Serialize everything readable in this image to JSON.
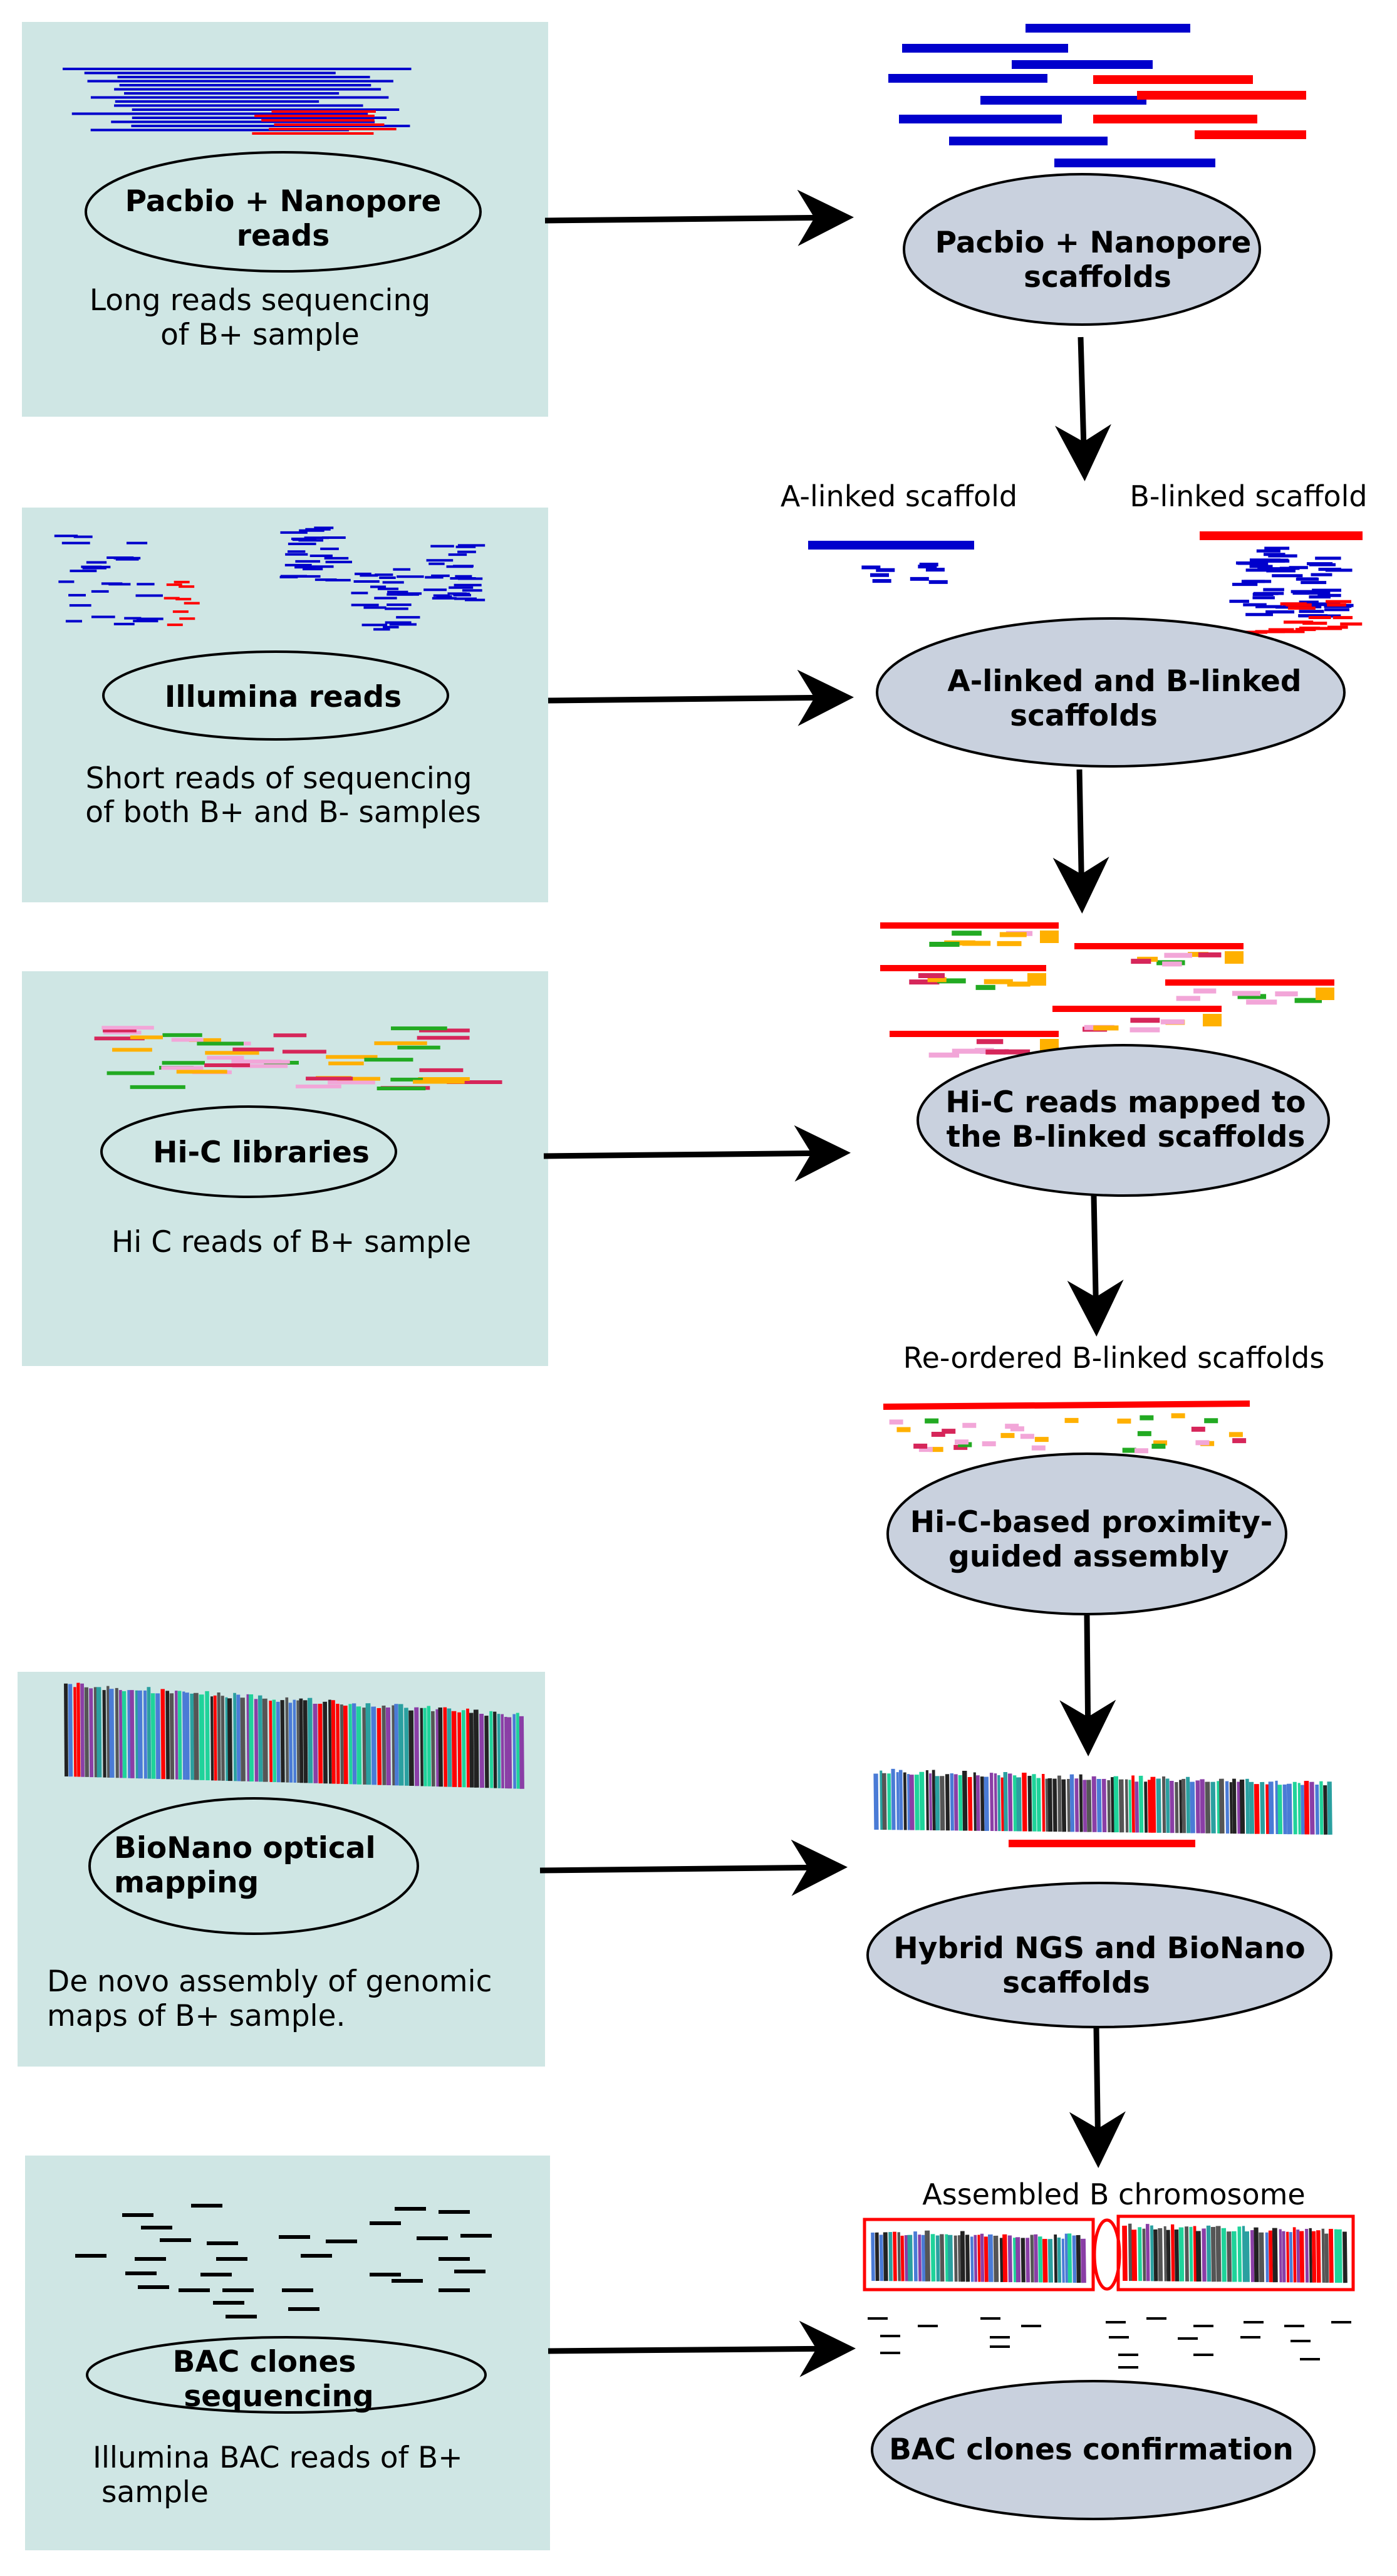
{
  "colors": {
    "panel": "#cfe6e4",
    "ellipse_dark": "#c9d1de",
    "blue": "#0000cc",
    "red": "#ff0000",
    "green": "#22aa22",
    "pink": "#f2a6d8",
    "crimson": "#d6265a",
    "orange": "#ffb000",
    "black": "#000000"
  },
  "left_boxes": [
    {
      "ellipse": [
        "Pacbio + Nanopore",
        "reads"
      ],
      "caption": [
        "Long reads sequencing",
        "of B+ sample"
      ]
    },
    {
      "ellipse": [
        "Illumina reads"
      ],
      "caption": [
        "Short reads of sequencing",
        "of both B+ and B- samples"
      ]
    },
    {
      "ellipse": [
        "Hi-C libraries"
      ],
      "caption": [
        "Hi C reads of B+ sample"
      ]
    },
    {
      "ellipse": [
        "BioNano optical",
        "mapping"
      ],
      "caption": [
        "De novo assembly of genomic",
        "maps of B+ sample."
      ]
    },
    {
      "ellipse": [
        "BAC clones",
        "sequencing"
      ],
      "caption": [
        "Illumina BAC reads of B+",
        "sample"
      ]
    }
  ],
  "right_nodes": [
    {
      "ellipse": [
        "Pacbio + Nanopore",
        "scaffolds"
      ]
    },
    {
      "ellipse": [
        "A-linked and B-linked",
        "scaffolds"
      ]
    },
    {
      "ellipse": [
        "Hi-C reads mapped to",
        "the B-linked scaffolds"
      ]
    },
    {
      "ellipse": [
        "Hi-C-based proximity-",
        "guided assembly"
      ]
    },
    {
      "ellipse": [
        "Hybrid NGS and BioNano",
        "scaffolds"
      ]
    },
    {
      "ellipse": [
        "BAC clones confirmation"
      ]
    }
  ],
  "labels": {
    "a_linked": "A-linked scaffold",
    "b_linked": "B-linked scaffold",
    "reordered": "Re-ordered B-linked scaffolds",
    "assembled": "Assembled B chromosome"
  }
}
